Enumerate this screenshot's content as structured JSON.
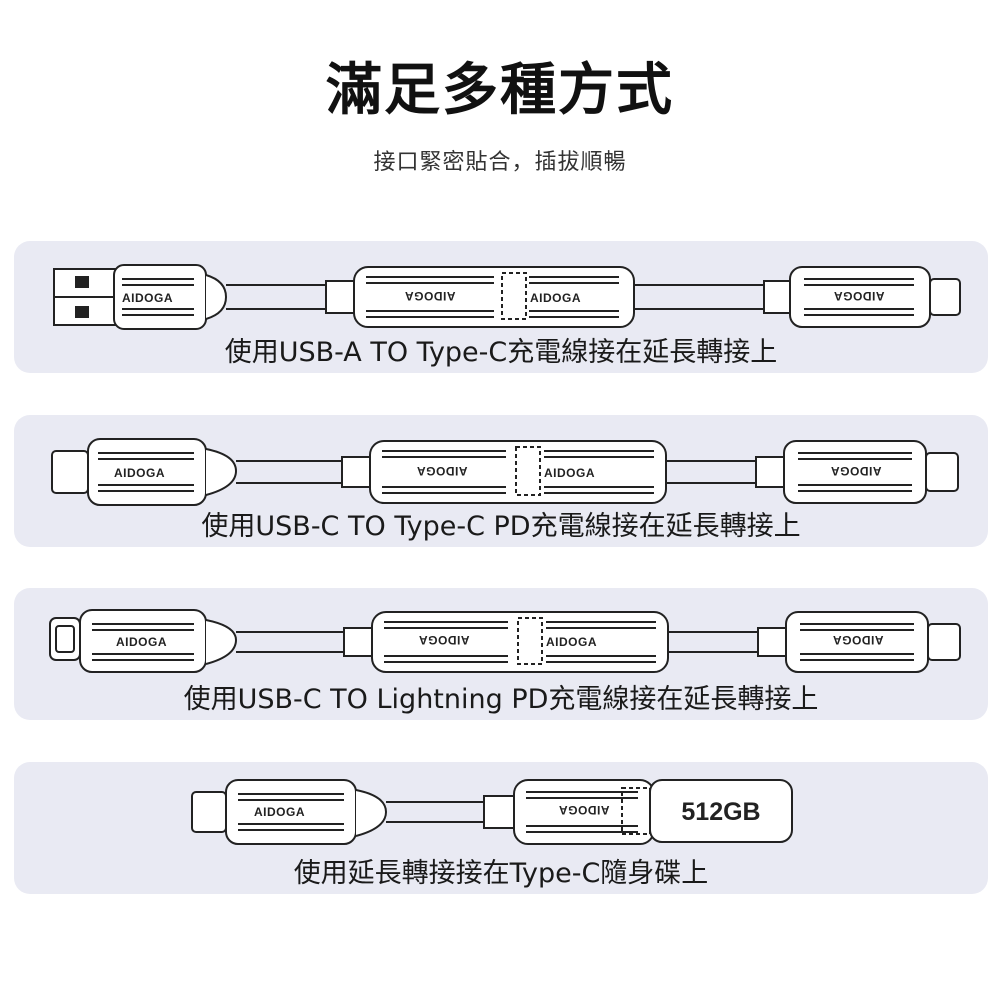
{
  "header": {
    "title": "滿足多種方式",
    "subtitle": "接口緊密貼合，插拔順暢"
  },
  "panels": [
    {
      "caption": "使用USB-A TO Type-C充電線接在延長轉接上"
    },
    {
      "caption": "使用USB-C TO Type-C PD充電線接在延長轉接上"
    },
    {
      "caption": "使用USB-C TO Lightning PD充電線接在延長轉接上"
    },
    {
      "caption": "使用延長轉接接在Type-C隨身碟上"
    }
  ],
  "brand": "AIDOGA",
  "drive_capacity": "512GB"
}
